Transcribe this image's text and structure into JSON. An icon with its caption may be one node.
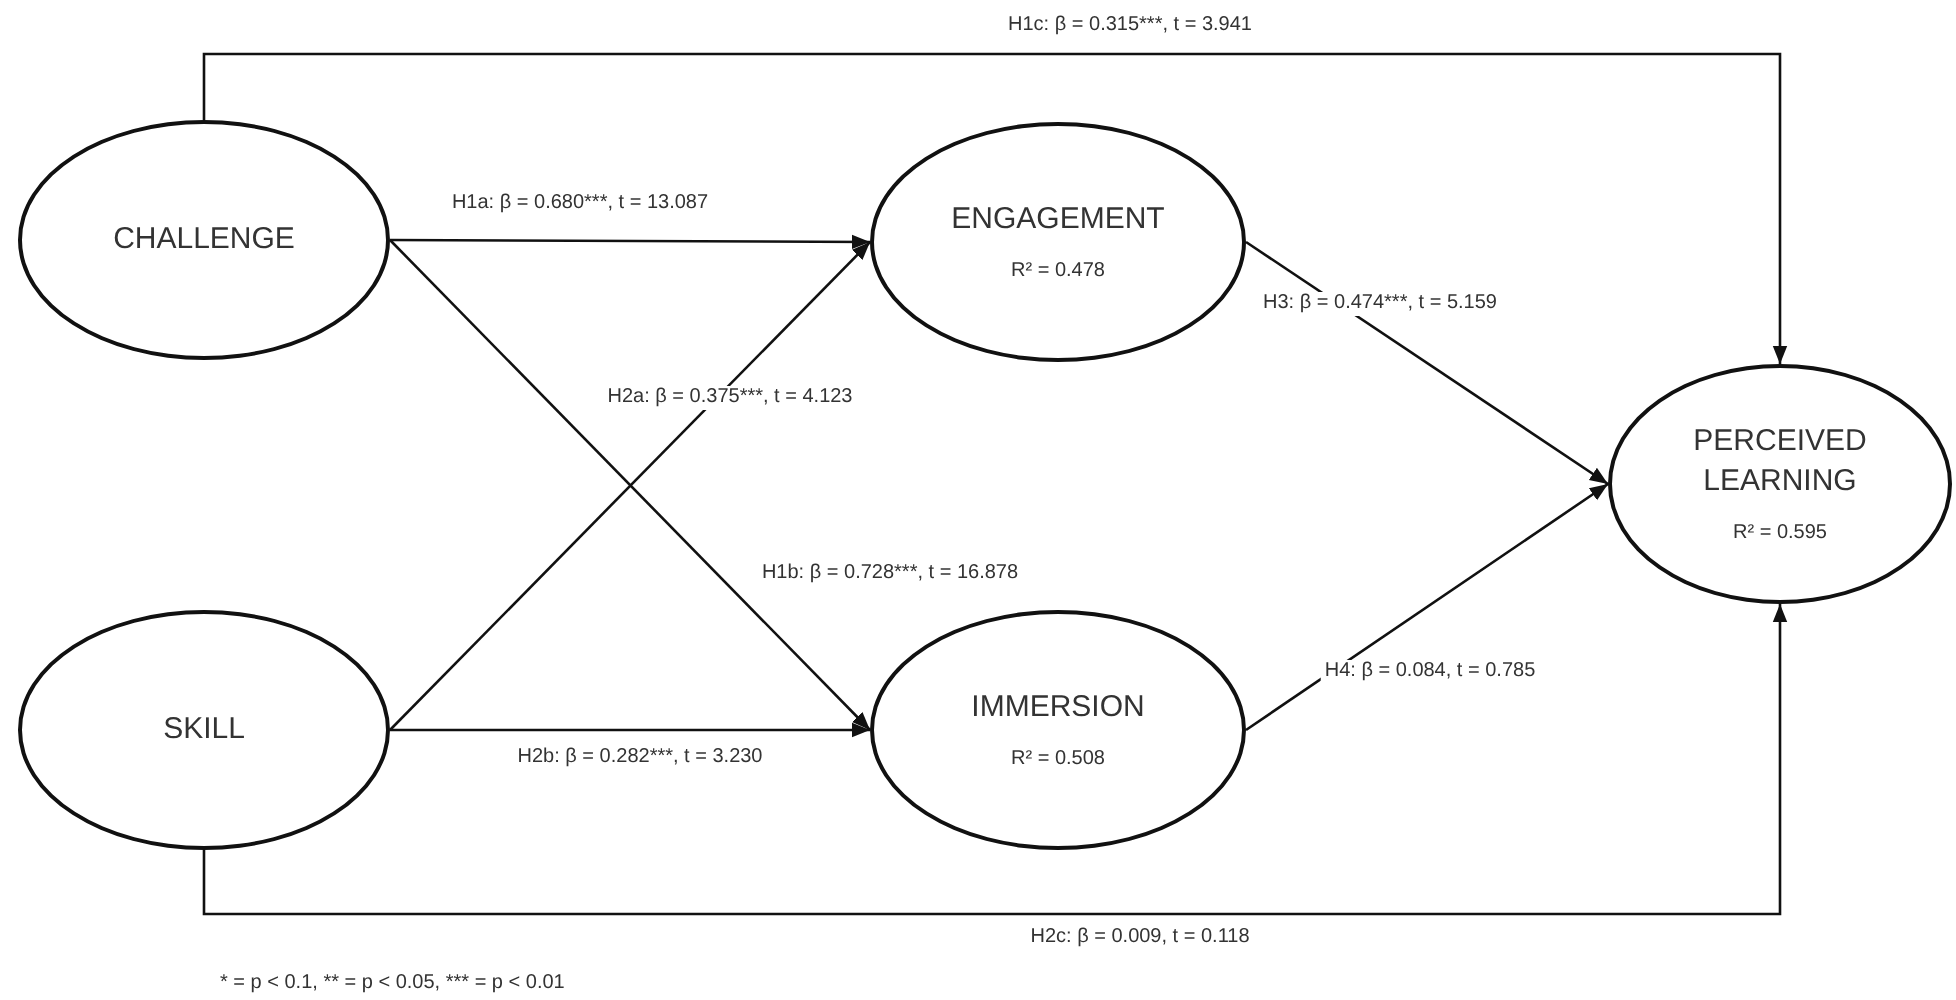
{
  "diagram": {
    "nodes": [
      {
        "text": [
          "CHALLENGE"
        ]
      },
      {
        "text": [
          "SKILL"
        ]
      },
      {
        "text": [
          "ENGAGEMENT",
          "R² = 0.478"
        ]
      },
      {
        "text": [
          "IMMERSION",
          "R² = 0.508"
        ]
      },
      {
        "text": [
          "PERCEIVED LEARNING",
          "R² = 0.595"
        ]
      }
    ],
    "edges": [
      {
        "from": 0,
        "to": 2,
        "arrow": "to",
        "label": "H1a: β = 0.680***, t = 13.087"
      },
      {
        "from": 1,
        "to": 2,
        "arrow": "to",
        "label": "H2a: β = 0.375***, t = 4.123"
      },
      {
        "from": 0,
        "to": 3,
        "arrow": "to",
        "label": "H1b: β = 0.728***, t = 16.878"
      },
      {
        "from": 1,
        "to": 3,
        "arrow": "to",
        "label": "H2b: β = 0.282***, t = 3.230"
      },
      {
        "from": 0,
        "to": 4,
        "arrow": "to",
        "label": "H1c: β = 0.315***, t = 3.941"
      },
      {
        "from": 1,
        "to": 4,
        "arrow": "to",
        "label": "H2c: β = 0.009, t = 0.118"
      },
      {
        "from": 2,
        "to": 4,
        "arrow": "to",
        "label": "H3: β = 0.474***, t = 5.159"
      },
      {
        "from": 3,
        "to": 4,
        "arrow": "to",
        "label": "H4: β = 0.084, t = 0.785"
      }
    ],
    "labels": [
      "* = p < 0.1, ** = p < 0.05, *** = p < 0.01"
    ]
  }
}
